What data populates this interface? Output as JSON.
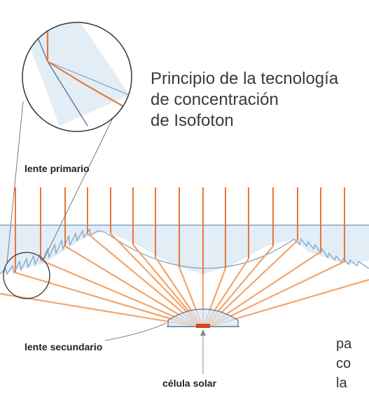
{
  "title": {
    "line1": "Principio de la tecnología",
    "line2": "de concentración",
    "line3": "de Isofoton"
  },
  "labels": {
    "primary_lens": "lente primario",
    "secondary_lens": "lente secundario",
    "solar_cell": "célula solar"
  },
  "cropped_text": [
    "pa",
    "co",
    "la"
  ],
  "colors": {
    "ray": "#f2a56b",
    "ray_incident": "#e8763a",
    "water_fill": "#e2edf5",
    "water_line": "#7da6c4",
    "lens_outline": "#5b6f8c",
    "cell": "#d9441e",
    "callout_line": "#7a7a7a"
  }
}
